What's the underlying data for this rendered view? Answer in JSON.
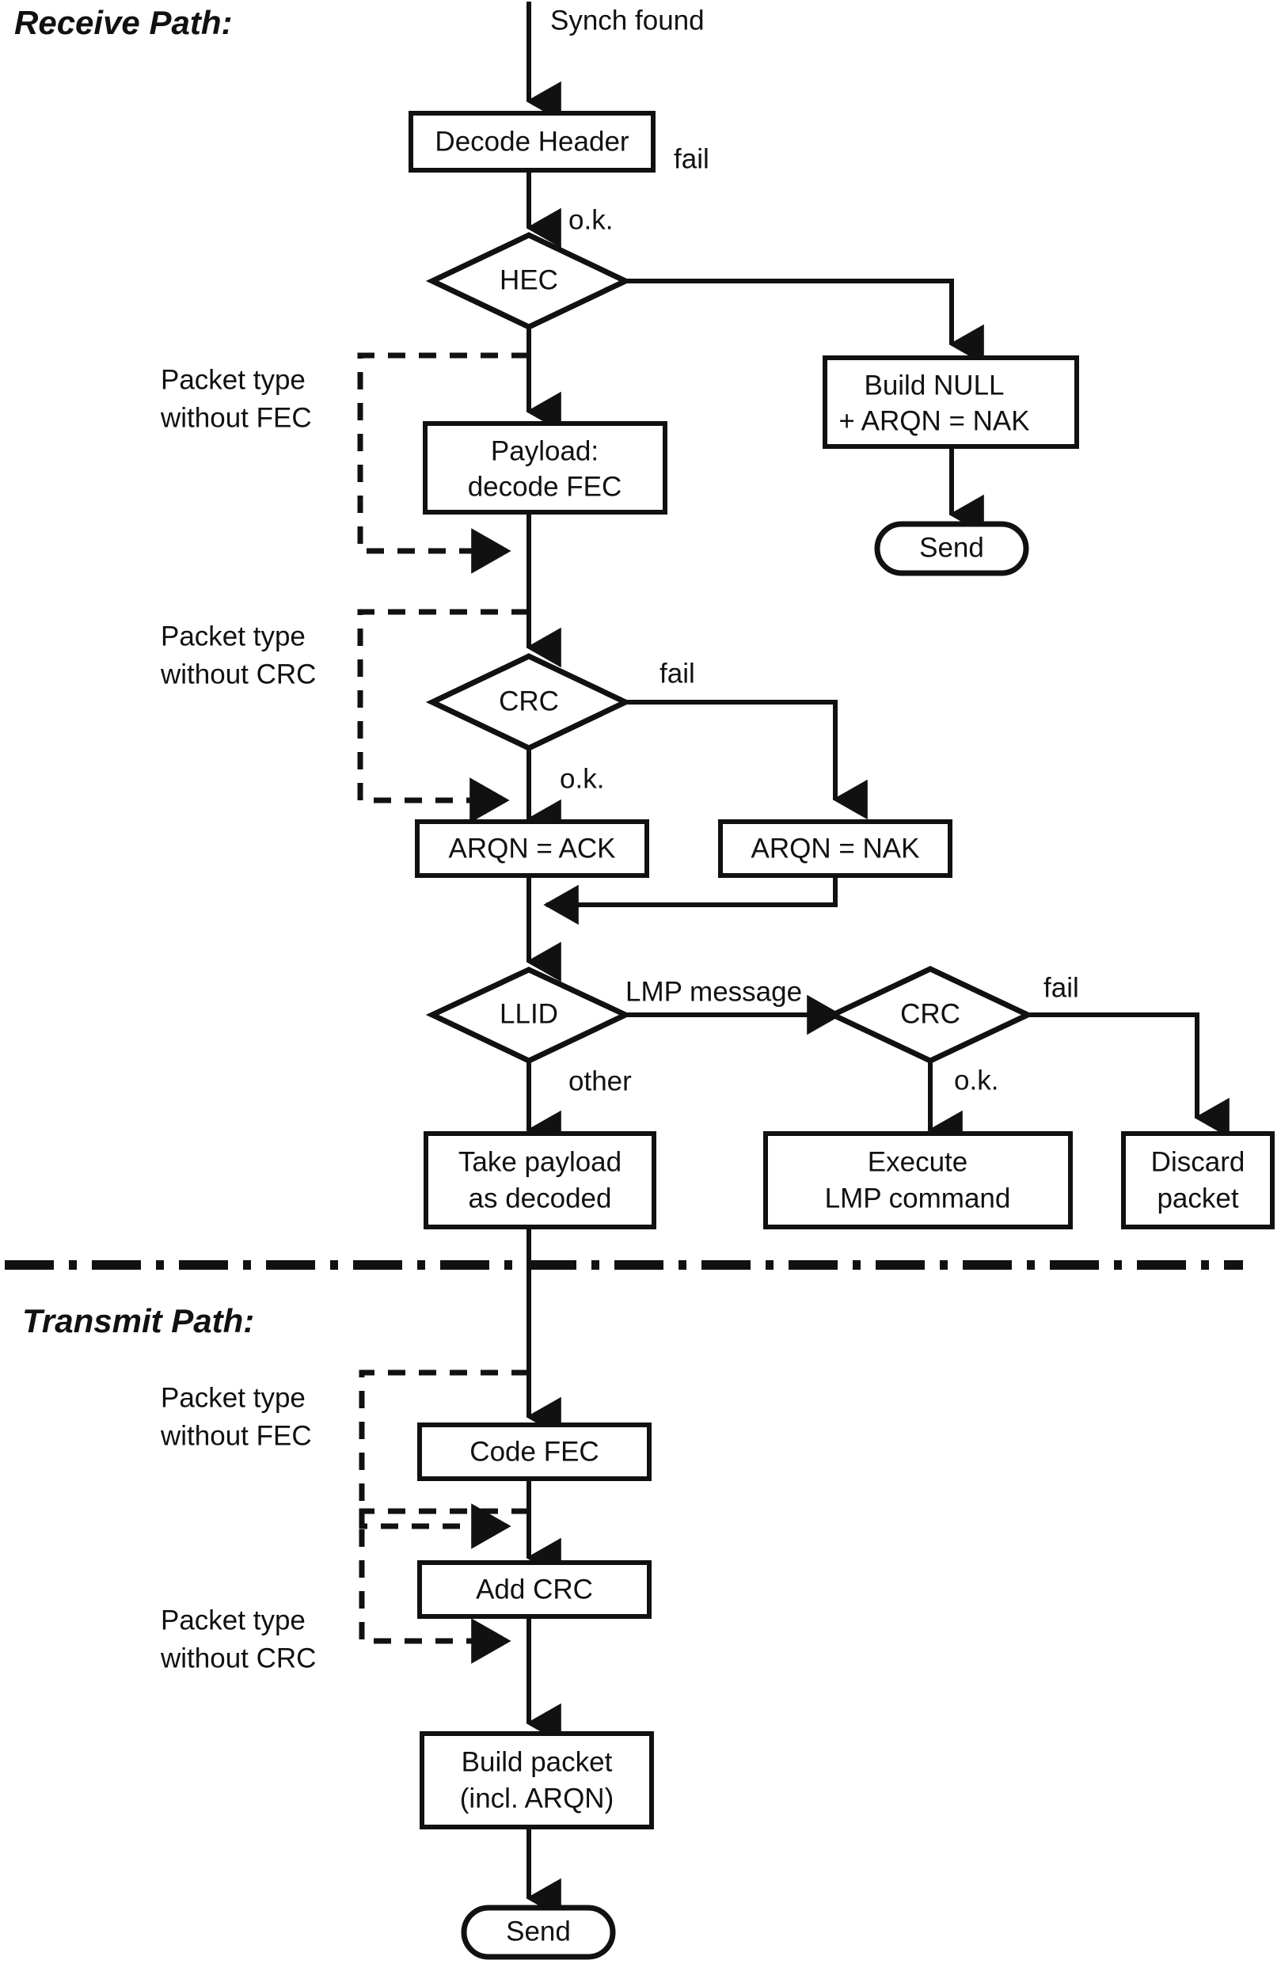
{
  "diagram": {
    "title_receive": "Receive Path:",
    "title_transmit": "Transmit Path:",
    "colors": {
      "ink": "#111111",
      "paper": "#ffffff"
    }
  },
  "receive": {
    "entry_label": "Synch found",
    "nodes": {
      "decode_header": "Decode Header",
      "hec": "HEC",
      "build_null_line1": "Build NULL",
      "build_null_line2": "+ ARQN = NAK",
      "send": "Send",
      "payload_line1": "Payload:",
      "payload_line2": "decode FEC",
      "crc": "CRC",
      "arqn_ack": "ARQN = ACK",
      "arqn_nak": "ARQN = NAK",
      "llid": "LLID",
      "crc2": "CRC",
      "take_payload_line1": "Take payload",
      "take_payload_line2": "as decoded",
      "execute_line1": "Execute",
      "execute_line2": "LMP command",
      "discard_line1": "Discard",
      "discard_line2": "packet"
    },
    "edges": {
      "hec_fail": "fail",
      "hec_ok": "o.k.",
      "crc_fail": "fail",
      "crc_ok": "o.k.",
      "llid_lmp": "LMP message",
      "llid_other": "other",
      "crc2_fail": "fail",
      "crc2_ok": "o.k."
    },
    "annotations": {
      "no_fec_line1": "Packet type",
      "no_fec_line2": "without FEC",
      "no_crc_line1": "Packet type",
      "no_crc_line2": "without CRC"
    }
  },
  "transmit": {
    "nodes": {
      "code_fec": "Code FEC",
      "add_crc": "Add CRC",
      "build_packet_line1": "Build packet",
      "build_packet_line2": "(incl. ARQN)",
      "send": "Send"
    },
    "annotations": {
      "no_fec_line1": "Packet type",
      "no_fec_line2": "without FEC",
      "no_crc_line1": "Packet type",
      "no_crc_line2": "without CRC"
    }
  }
}
